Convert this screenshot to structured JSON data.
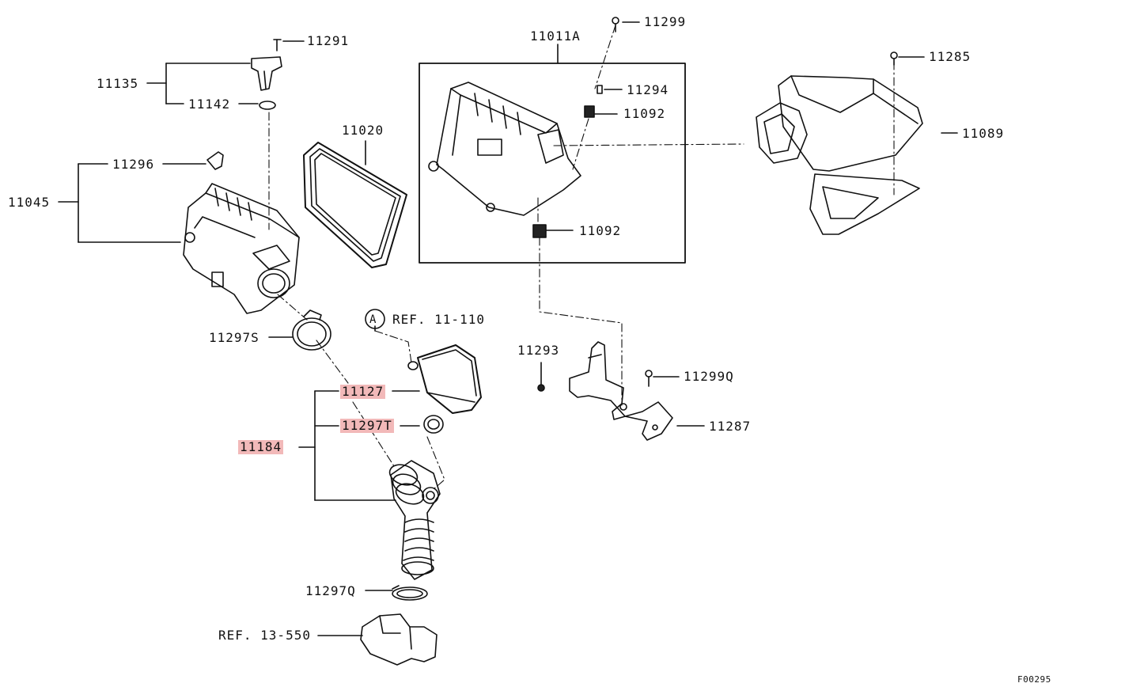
{
  "parts": {
    "p11291": "11291",
    "p11135": "11135",
    "p11142": "11142",
    "p11296": "11296",
    "p11045": "11045",
    "p11020": "11020",
    "p11011A": "11011A",
    "p11299": "11299",
    "p11294": "11294",
    "p11092_top": "11092",
    "p11092_bottom": "11092",
    "p11285": "11285",
    "p11089": "11089",
    "p11297S": "11297S",
    "ref_11_110": "REF. 11-110",
    "callout_a": "A",
    "p11293": "11293",
    "p11299Q": "11299Q",
    "p11127": "11127",
    "p11297T": "11297T",
    "p11184": "11184",
    "p11287": "11287",
    "p11297Q": "11297Q",
    "ref_13_550": "REF. 13-550"
  },
  "figure_code": "F00295",
  "colors": {
    "highlight": "#f2b9b9",
    "line": "#111111"
  }
}
